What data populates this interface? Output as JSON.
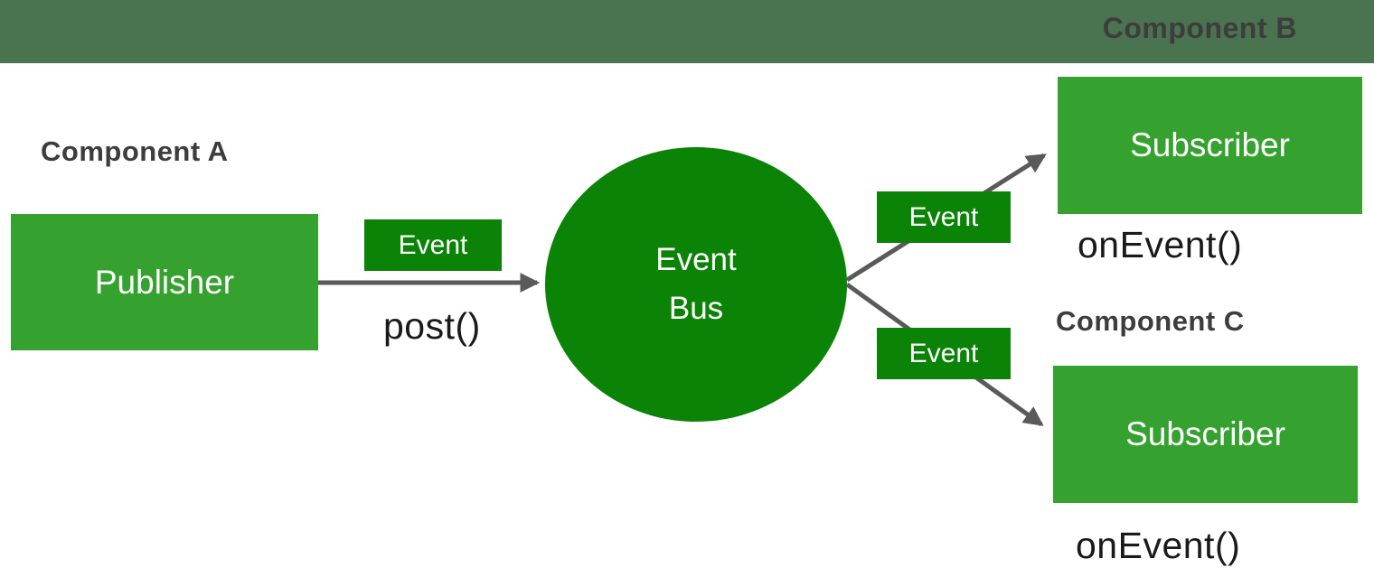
{
  "colors": {
    "header_green": "#4a7350",
    "box_green": "#35a22f",
    "dark_green": "#0a8306",
    "arrow_gray": "#5a5a5a",
    "label_dark": "#3d3d3d",
    "code_text": "#1a1a1a",
    "text_white": "#ffffff"
  },
  "header": {
    "component_b_label": "Component B"
  },
  "diagram": {
    "component_a_label": "Component A",
    "component_c_label": "Component C",
    "publisher": {
      "label": "Publisher",
      "method": "post()"
    },
    "event_bus": {
      "line1": "Event",
      "line2": "Bus"
    },
    "edges": [
      {
        "label": "Event"
      },
      {
        "label": "Event"
      },
      {
        "label": "Event"
      }
    ],
    "subscriber_b": {
      "label": "Subscriber",
      "method": "onEvent()"
    },
    "subscriber_c": {
      "label": "Subscriber",
      "method": "onEvent()"
    }
  }
}
